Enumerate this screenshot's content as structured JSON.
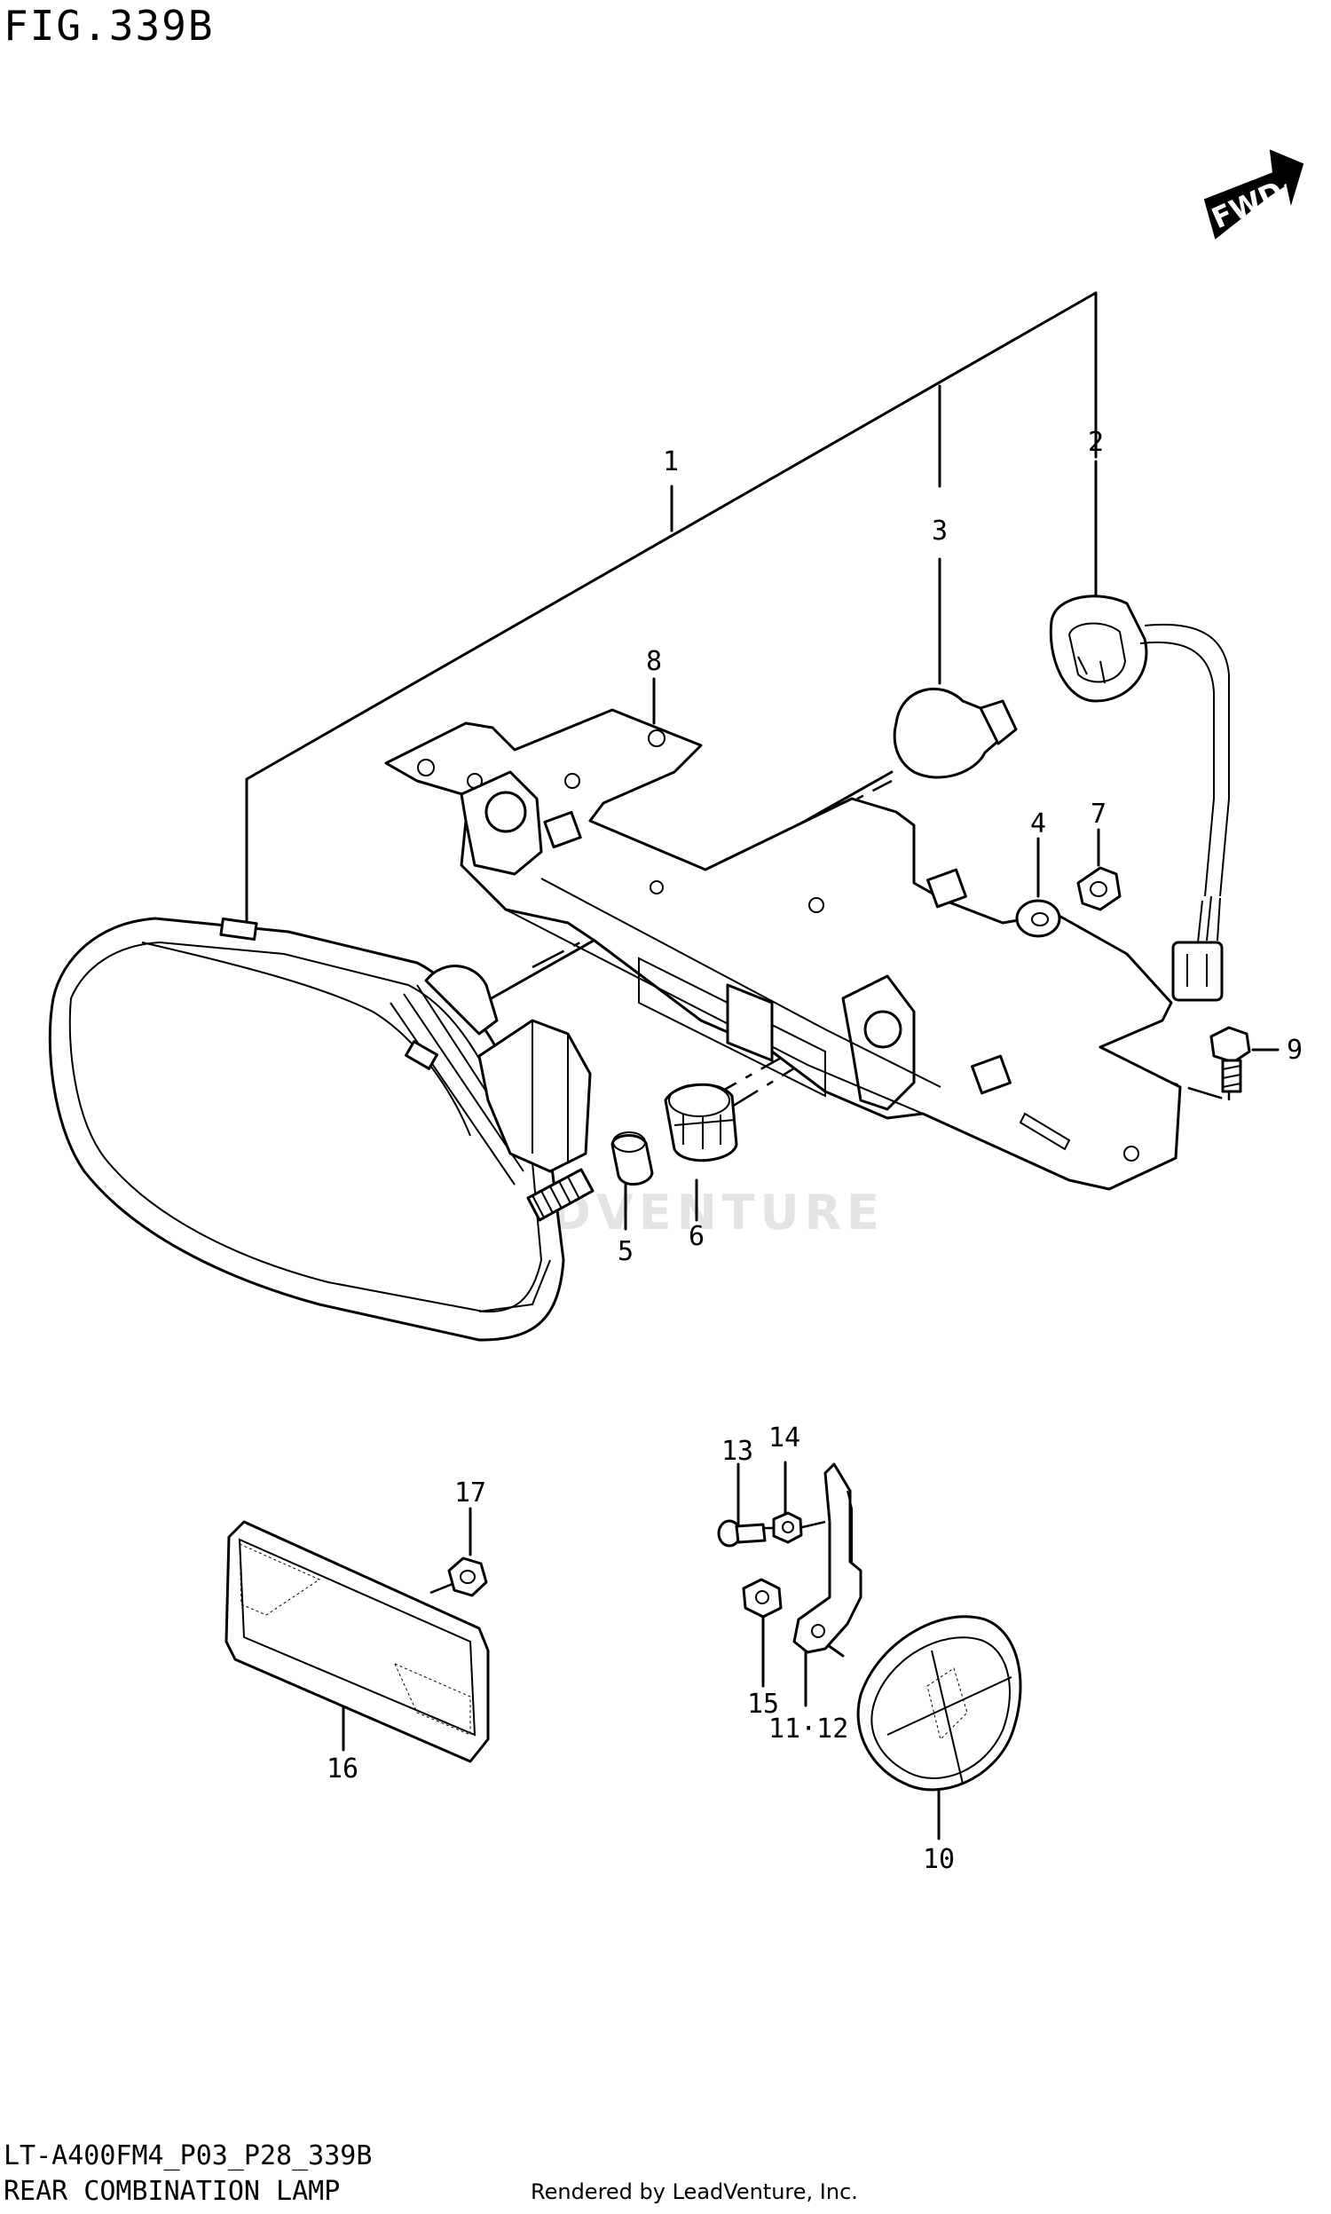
{
  "figure": {
    "title": "FIG.339B",
    "model_code": "LT-A400FM4_P03_P28_339B",
    "part_title": "REAR COMBINATION LAMP",
    "rendered_by": "Rendered by LeadVenture, Inc.",
    "watermark": "LEADVENTURE",
    "direction_badge": "FWD"
  },
  "callouts": [
    {
      "id": "1",
      "label": "1"
    },
    {
      "id": "2",
      "label": "2"
    },
    {
      "id": "3",
      "label": "3"
    },
    {
      "id": "4",
      "label": "4"
    },
    {
      "id": "5",
      "label": "5"
    },
    {
      "id": "6",
      "label": "6"
    },
    {
      "id": "7",
      "label": "7"
    },
    {
      "id": "8",
      "label": "8"
    },
    {
      "id": "9",
      "label": "9"
    },
    {
      "id": "10",
      "label": "10"
    },
    {
      "id": "11-12",
      "label": "11·12"
    },
    {
      "id": "13",
      "label": "13"
    },
    {
      "id": "14",
      "label": "14"
    },
    {
      "id": "15",
      "label": "15"
    },
    {
      "id": "16",
      "label": "16"
    },
    {
      "id": "17",
      "label": "17"
    }
  ]
}
